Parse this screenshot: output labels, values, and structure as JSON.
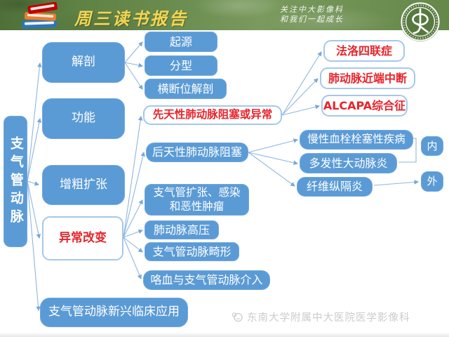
{
  "header": {
    "report_title": "周三读书报告",
    "slogan_line1": "关注中大影像科",
    "slogan_line2": "和我们一起成长",
    "books_icon": "books-stack-icon",
    "badge_icon": "zhongda-hospital-badge"
  },
  "diagram": {
    "root": "支气管动脉",
    "nodes": {
      "anatomy": "解剖",
      "origin": "起源",
      "classification": "分型",
      "axial_anatomy": "横断位解剖",
      "function": "功能",
      "congenital_pa": "先天性肺动脉阻塞或异常",
      "acquired_pa": "后天性肺动脉阻塞",
      "tof": "法洛四联症",
      "pa_interruption": "肺动脉近端中断",
      "alcapa": "ALCAPA综合征",
      "cte_disease": "慢性血栓栓塞性疾病",
      "takayasu": "多发性大动脉炎",
      "internal": "内",
      "fibrosing_mediastinitis": "纤维纵隔炎",
      "external": "外",
      "dilation": "增粗扩张",
      "abnormal": "异常改变",
      "bronchiectasis": "支气管扩张、感染\n和恶性肿瘤",
      "pah": "肺动脉高压",
      "ba_malformation": "支气管动脉畸形",
      "hemoptysis": "咯血与支气管动脉介入",
      "emerging": "支气管动脉新兴临床应用"
    },
    "edges": [
      [
        "支气管动脉",
        "解剖"
      ],
      [
        "支气管动脉",
        "功能"
      ],
      [
        "支气管动脉",
        "增粗扩张"
      ],
      [
        "支气管动脉",
        "异常改变"
      ],
      [
        "支气管动脉",
        "支气管动脉新兴临床应用"
      ],
      [
        "解剖",
        "起源"
      ],
      [
        "解剖",
        "分型"
      ],
      [
        "解剖",
        "横断位解剖"
      ],
      [
        "异常改变",
        "先天性肺动脉阻塞或异常"
      ],
      [
        "异常改变",
        "后天性肺动脉阻塞"
      ],
      [
        "异常改变",
        "支气管扩张、感染和恶性肿瘤"
      ],
      [
        "异常改变",
        "肺动脉高压"
      ],
      [
        "异常改变",
        "支气管动脉畸形"
      ],
      [
        "异常改变",
        "咯血与支气管动脉介入"
      ],
      [
        "先天性肺动脉阻塞或异常",
        "法洛四联症"
      ],
      [
        "先天性肺动脉阻塞或异常",
        "肺动脉近端中断"
      ],
      [
        "先天性肺动脉阻塞或异常",
        "ALCAPA综合征"
      ],
      [
        "后天性肺动脉阻塞",
        "慢性血栓栓塞性疾病"
      ],
      [
        "后天性肺动脉阻塞",
        "多发性大动脉炎"
      ],
      [
        "后天性肺动脉阻塞",
        "纤维纵隔炎"
      ],
      [
        "慢性血栓栓塞性疾病",
        "内"
      ],
      [
        "多发性大动脉炎",
        "内"
      ],
      [
        "纤维纵隔炎",
        "外"
      ]
    ]
  },
  "footer": {
    "watermark": "东南大学附属中大医院医学影像科"
  },
  "colors": {
    "node_blue": "#5B9BD5",
    "node_border_blue": "#6FA7DD",
    "white_node_border": "#A5C8E9",
    "red_text": "#E8242C",
    "connector": "#8FB6E2",
    "header_green": "#66874A",
    "title_yellow": "#F4D554"
  }
}
